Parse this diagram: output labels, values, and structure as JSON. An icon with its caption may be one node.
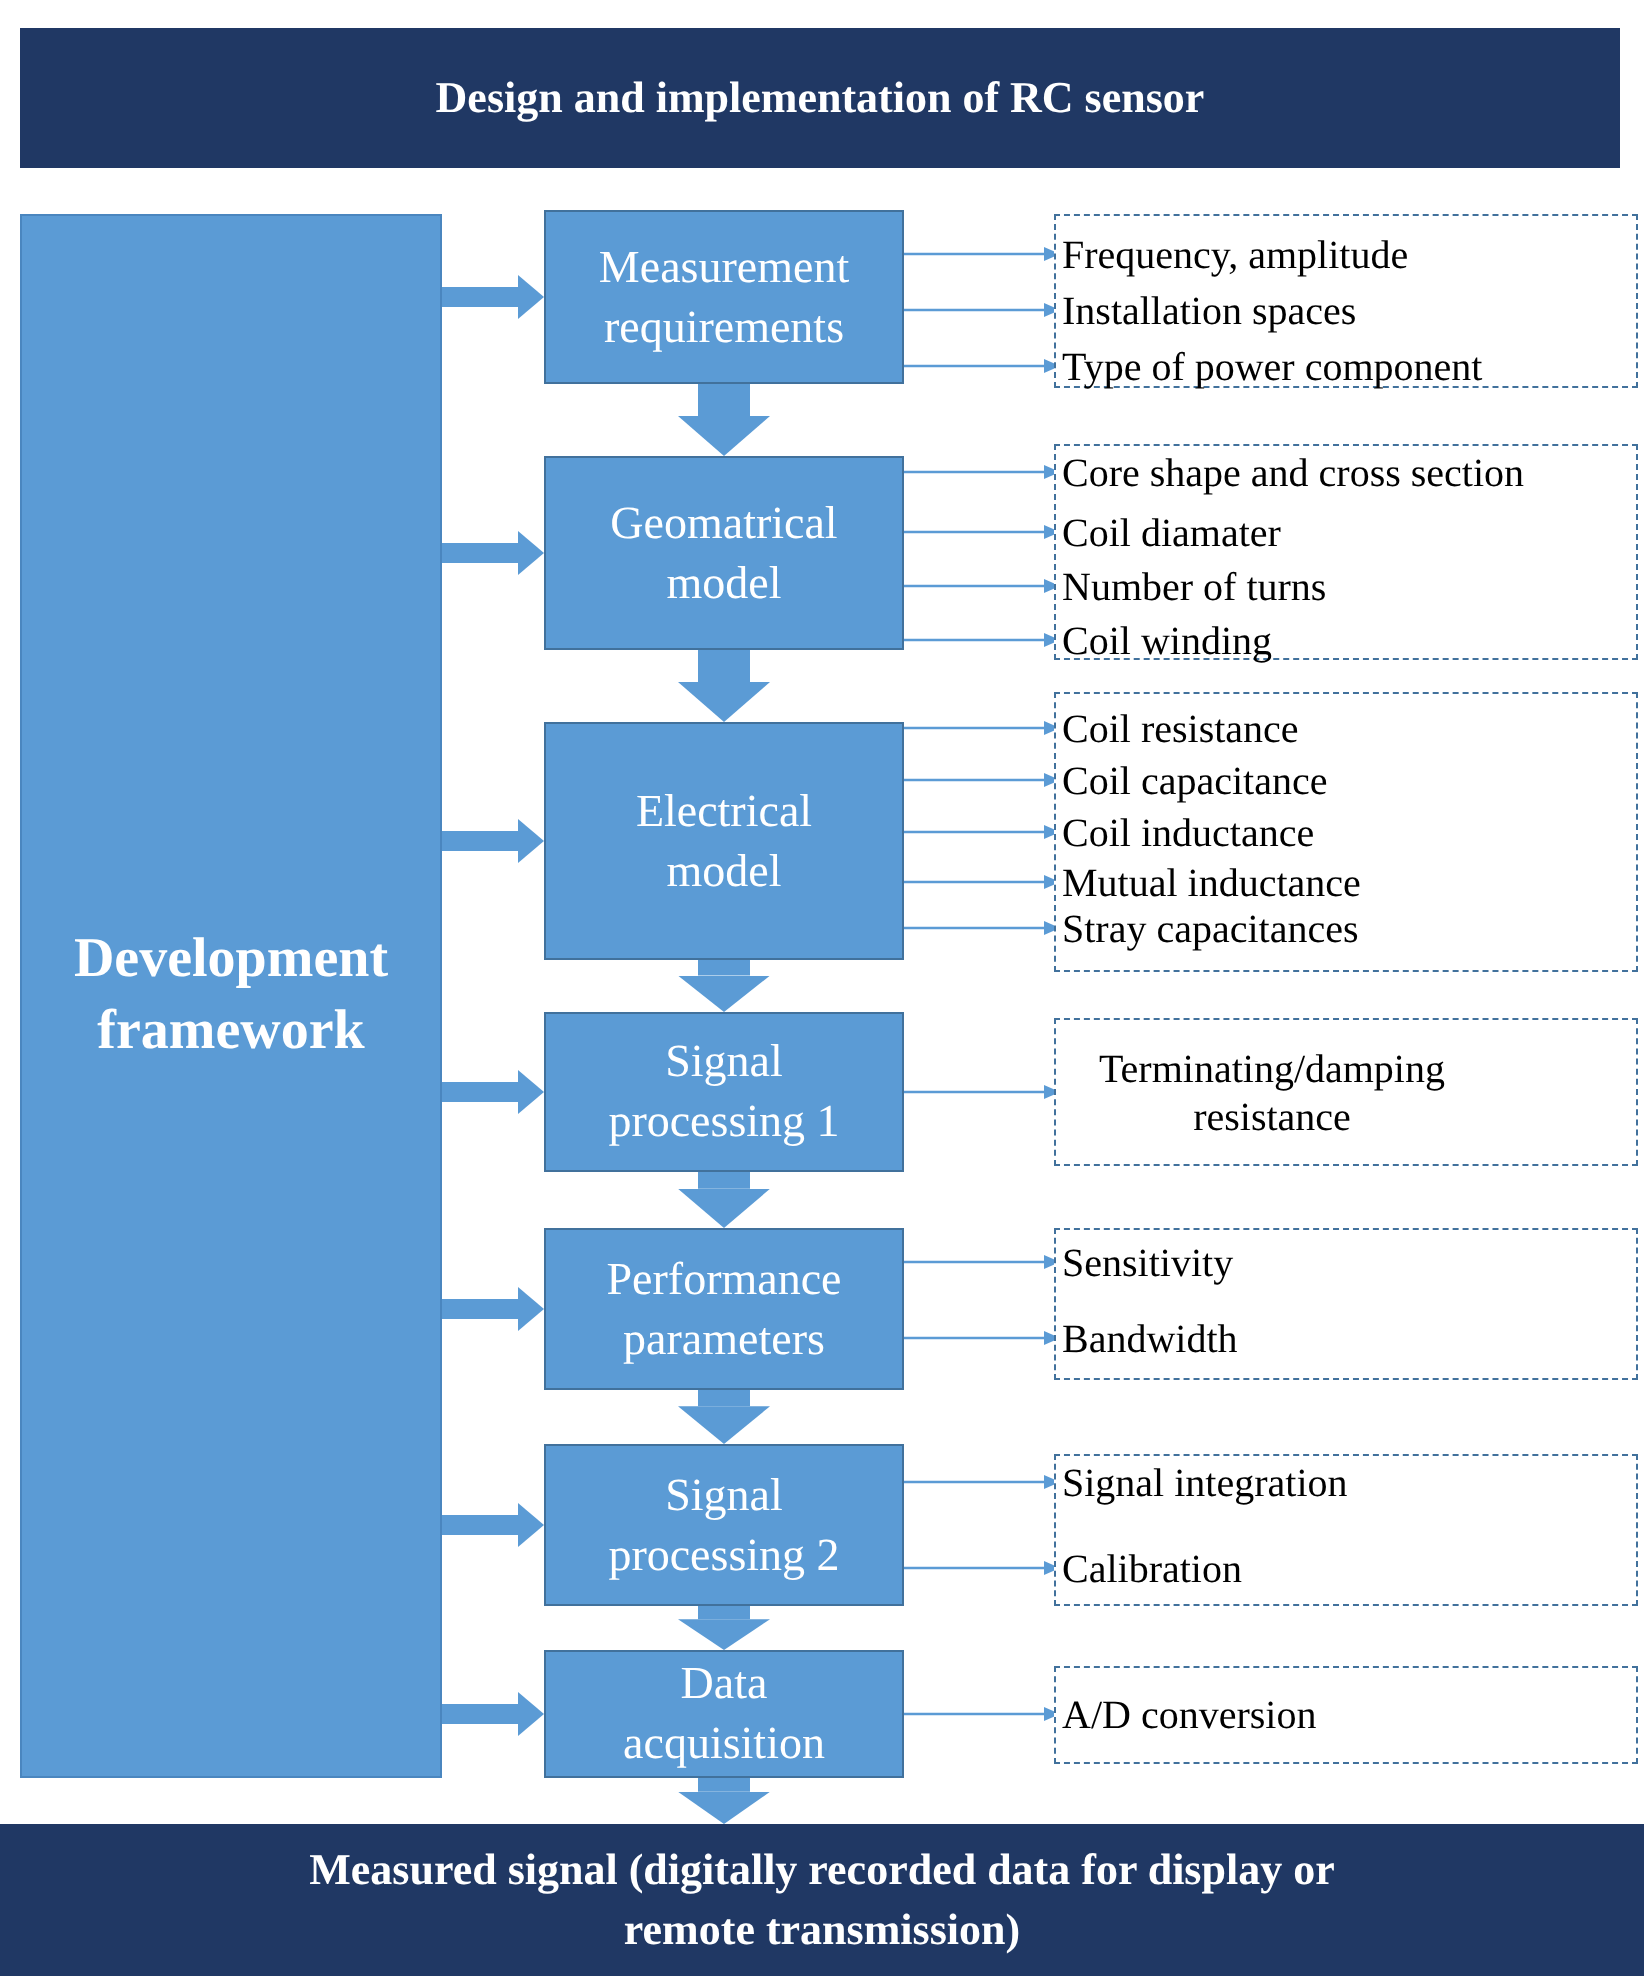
{
  "diagram": {
    "nodes": [
      {
        "text": [
          "Design and implementation of RC sensor"
        ]
      },
      {
        "text": [
          "Development framework"
        ]
      },
      {
        "text": [
          "Measurement requirements"
        ]
      },
      {
        "text": [
          "Geomatrical model"
        ]
      },
      {
        "text": [
          "Electrical model"
        ]
      },
      {
        "text": [
          "Signal processing 1"
        ]
      },
      {
        "text": [
          "Performance parameters"
        ]
      },
      {
        "text": [
          "Signal processing 2"
        ]
      },
      {
        "text": [
          "Data acquisition"
        ]
      },
      {
        "text": [
          "Measured signal (digitally recorded data for display or remote transmission)"
        ]
      },
      {
        "text": [],
        "shape": "box"
      },
      {
        "text": [
          "Frequency, amplitude"
        ],
        "in": 10
      },
      {
        "text": [
          "Installation spaces"
        ],
        "in": 10
      },
      {
        "text": [
          "Type of power component"
        ],
        "in": 10
      },
      {
        "text": [],
        "shape": "box"
      },
      {
        "text": [
          "Core shape and cross section"
        ],
        "in": 14
      },
      {
        "text": [
          "Coil diamater"
        ],
        "in": 14
      },
      {
        "text": [
          "Number of turns"
        ],
        "in": 14
      },
      {
        "text": [
          "Coil winding"
        ],
        "in": 14
      },
      {
        "text": [],
        "shape": "box"
      },
      {
        "text": [
          "Coil resistance"
        ],
        "in": 19
      },
      {
        "text": [
          "Coil capacitance"
        ],
        "in": 19
      },
      {
        "text": [
          "Coil inductance"
        ],
        "in": 19
      },
      {
        "text": [
          "Mutual inductance"
        ],
        "in": 19
      },
      {
        "text": [
          "Stray capacitances"
        ],
        "in": 19
      },
      {
        "text": [],
        "shape": "box"
      },
      {
        "text": [
          "Terminating/damping resistance"
        ],
        "in": 25
      },
      {
        "text": [],
        "shape": "box"
      },
      {
        "text": [
          "Sensitivity"
        ],
        "in": 27
      },
      {
        "text": [
          "Bandwidth"
        ],
        "in": 27
      },
      {
        "text": [],
        "shape": "box"
      },
      {
        "text": [
          "Signal integration"
        ],
        "in": 30
      },
      {
        "text": [
          "Calibration"
        ],
        "in": 30
      },
      {
        "text": [],
        "shape": "box"
      },
      {
        "text": [
          "A/D conversion"
        ],
        "in": 33
      }
    ],
    "edges": [
      {
        "from": 1,
        "to": 2,
        "arrow": "to",
        "style": "thick"
      },
      {
        "from": 1,
        "to": 3,
        "arrow": "to",
        "style": "thick"
      },
      {
        "from": 1,
        "to": 4,
        "arrow": "to",
        "style": "thick"
      },
      {
        "from": 1,
        "to": 5,
        "arrow": "to",
        "style": "thick"
      },
      {
        "from": 1,
        "to": 6,
        "arrow": "to",
        "style": "thick"
      },
      {
        "from": 1,
        "to": 7,
        "arrow": "to",
        "style": "thick"
      },
      {
        "from": 1,
        "to": 8,
        "arrow": "to",
        "style": "thick"
      },
      {
        "from": 2,
        "to": 3,
        "arrow": "to",
        "style": "thick"
      },
      {
        "from": 3,
        "to": 4,
        "arrow": "to",
        "style": "thick"
      },
      {
        "from": 4,
        "to": 5,
        "arrow": "to",
        "style": "thick"
      },
      {
        "from": 5,
        "to": 6,
        "arrow": "to",
        "style": "thick"
      },
      {
        "from": 6,
        "to": 7,
        "arrow": "to",
        "style": "thick"
      },
      {
        "from": 7,
        "to": 8,
        "arrow": "to",
        "style": "thick"
      },
      {
        "from": 8,
        "to": 9,
        "arrow": "to",
        "style": "thick"
      },
      {
        "from": 2,
        "to": 11,
        "arrow": "to"
      },
      {
        "from": 2,
        "to": 12,
        "arrow": "to"
      },
      {
        "from": 2,
        "to": 13,
        "arrow": "to"
      },
      {
        "from": 3,
        "to": 15,
        "arrow": "to"
      },
      {
        "from": 3,
        "to": 16,
        "arrow": "to"
      },
      {
        "from": 3,
        "to": 17,
        "arrow": "to"
      },
      {
        "from": 3,
        "to": 18,
        "arrow": "to"
      },
      {
        "from": 4,
        "to": 20,
        "arrow": "to"
      },
      {
        "from": 4,
        "to": 21,
        "arrow": "to"
      },
      {
        "from": 4,
        "to": 22,
        "arrow": "to"
      },
      {
        "from": 4,
        "to": 23,
        "arrow": "to"
      },
      {
        "from": 4,
        "to": 24,
        "arrow": "to"
      },
      {
        "from": 5,
        "to": 26,
        "arrow": "to"
      },
      {
        "from": 6,
        "to": 28,
        "arrow": "to"
      },
      {
        "from": 6,
        "to": 29,
        "arrow": "to"
      },
      {
        "from": 7,
        "to": 31,
        "arrow": "to"
      },
      {
        "from": 7,
        "to": 32,
        "arrow": "to"
      },
      {
        "from": 8,
        "to": 34,
        "arrow": "to"
      }
    ]
  }
}
